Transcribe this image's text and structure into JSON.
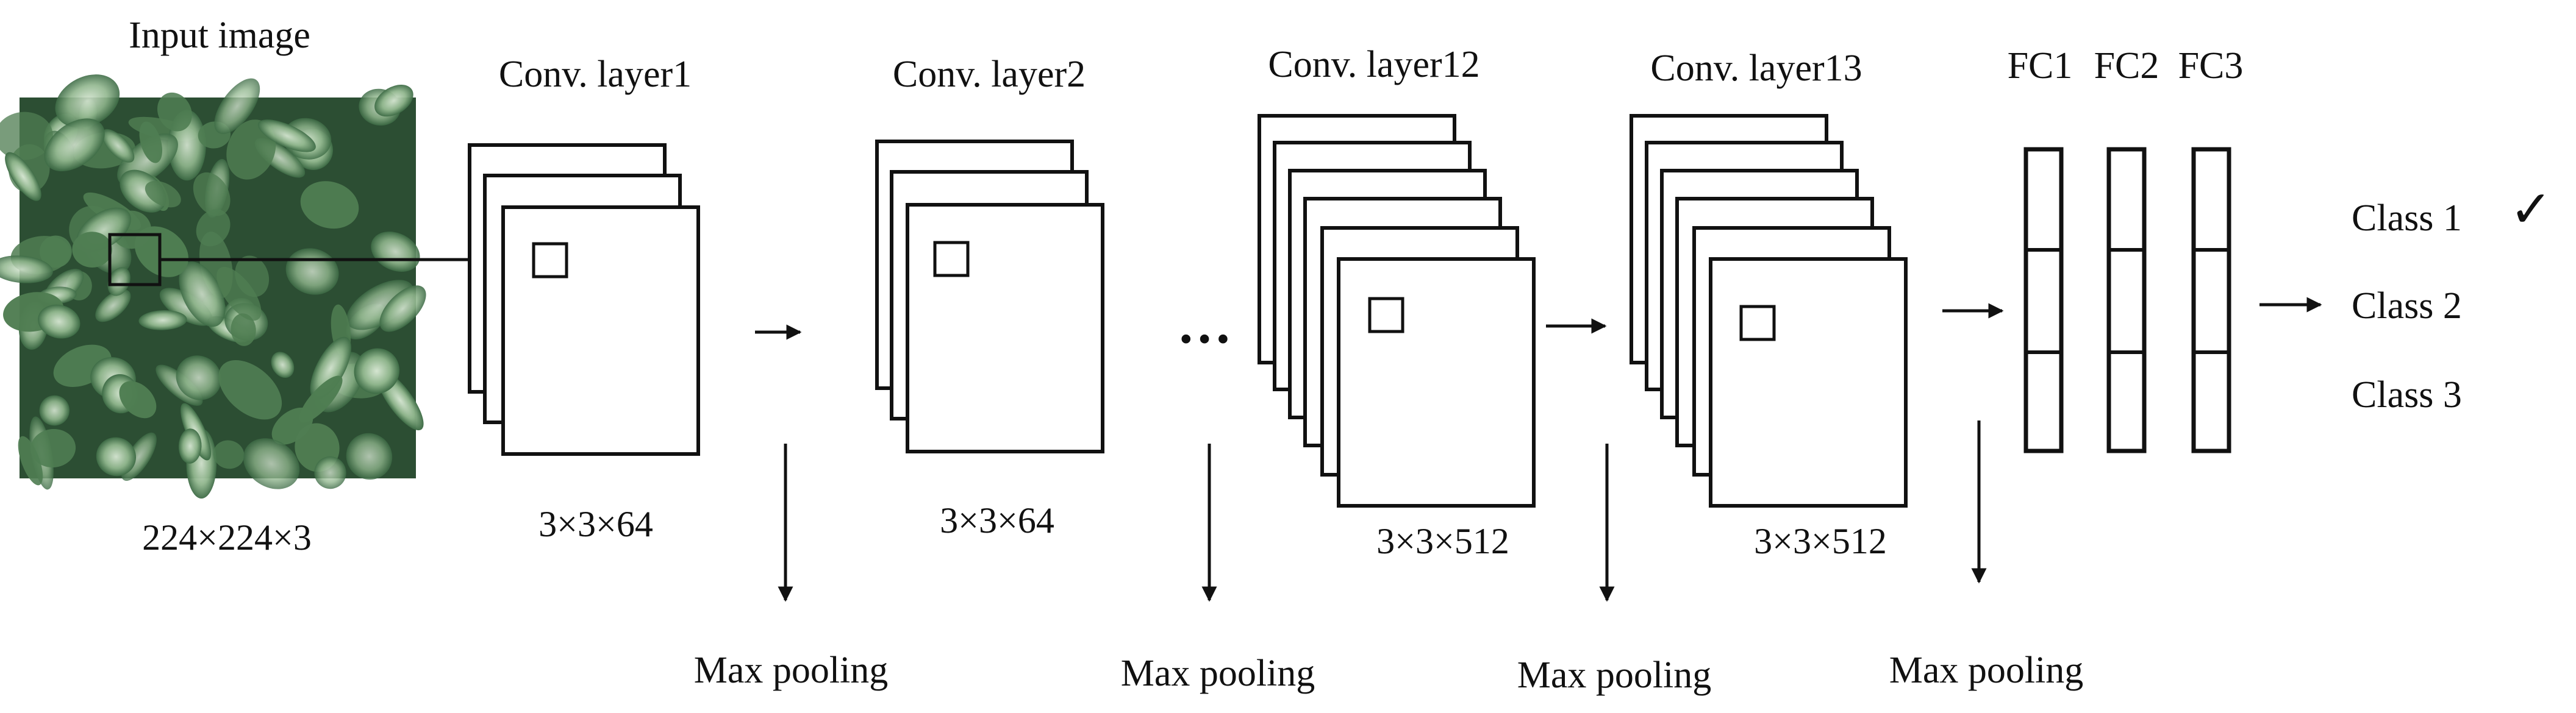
{
  "diagram": {
    "input": {
      "title": "Input image",
      "dims": "224×224×3"
    },
    "layers": [
      {
        "title": "Conv. layer1",
        "dims": "3×3×64"
      },
      {
        "title": "Conv. layer2",
        "dims": "3×3×64"
      },
      {
        "title": "Conv. layer12",
        "dims": "3×3×512"
      },
      {
        "title": "Conv. layer13",
        "dims": "3×3×512"
      }
    ],
    "ellipsis": "…",
    "pooling_label": "Max pooling",
    "fc": [
      "FC1",
      "FC2",
      "FC3"
    ],
    "classes": [
      "Class 1",
      "Class 2",
      "Class 3"
    ],
    "selected_mark": "✓",
    "colors": {
      "stroke": "#111111",
      "leaf_dark": "#2f5a37",
      "leaf_light": "#b9d0b4"
    }
  }
}
